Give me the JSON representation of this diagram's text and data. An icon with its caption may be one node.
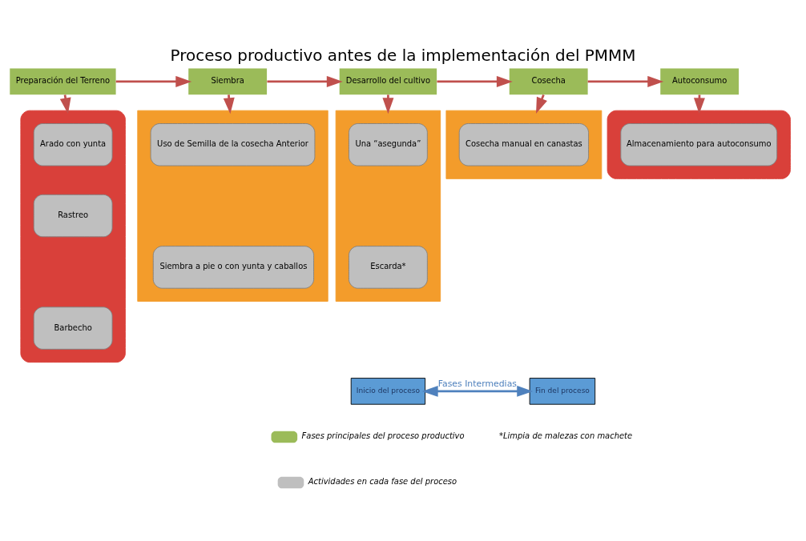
{
  "diagram": {
    "title": "Proceso productivo antes de la implementación del PMMM",
    "nodes": [
      {
        "text": [
          "Preparación del Terreno"
        ]
      },
      {
        "text": [
          "Siembra"
        ]
      },
      {
        "text": [
          "Desarrollo del cultivo"
        ]
      },
      {
        "text": [
          "Cosecha"
        ]
      },
      {
        "text": [
          "Autoconsumo"
        ]
      },
      {
        "text": [],
        "shape": "bar"
      },
      {
        "text": [
          "Arado con yunta"
        ],
        "in": 5
      },
      {
        "text": [
          "Rastreo"
        ],
        "in": 5
      },
      {
        "text": [
          "Barbecho"
        ],
        "in": 5
      },
      {
        "text": [],
        "shape": "bar"
      },
      {
        "text": [
          "Uso de Semilla de la cosecha Anterior"
        ],
        "in": 9
      },
      {
        "text": [
          "Siembra a pie o con yunta y caballos"
        ],
        "in": 9
      },
      {
        "text": [],
        "shape": "bar"
      },
      {
        "text": [
          "Una “asegunda”"
        ],
        "in": 12
      },
      {
        "text": [
          "Escarda*"
        ],
        "in": 12
      },
      {
        "text": [],
        "shape": "bar"
      },
      {
        "text": [
          "Cosecha manual en canastas"
        ],
        "in": 15
      },
      {
        "text": [],
        "shape": "bar"
      },
      {
        "text": [
          "Almacenamiento para autoconsumo"
        ],
        "in": 17
      },
      {
        "text": [
          "Inicio del proceso"
        ]
      },
      {
        "text": [
          "Fin del proceso"
        ]
      }
    ],
    "edges": [
      {
        "from": 0,
        "to": 1,
        "arrow": "to"
      },
      {
        "from": 1,
        "to": 2,
        "arrow": "to"
      },
      {
        "from": 2,
        "to": 3,
        "arrow": "to"
      },
      {
        "from": 3,
        "to": 4,
        "arrow": "to"
      },
      {
        "from": 0,
        "to": 5,
        "arrow": "to"
      },
      {
        "from": 1,
        "to": 9,
        "arrow": "to"
      },
      {
        "from": 2,
        "to": 12,
        "arrow": "to"
      },
      {
        "from": 3,
        "to": 15,
        "arrow": "to"
      },
      {
        "from": 4,
        "to": 17,
        "arrow": "to"
      },
      {
        "from": 19,
        "to": 20,
        "arrow": "both",
        "label": "Fases Intermedias",
        "color": "#4f81bd"
      }
    ],
    "labels": [
      "*Limpia de malezas con machete"
    ],
    "legend": [
      {
        "text": "Fases principales del proceso productivo",
        "color": "#9bbb59"
      },
      {
        "text": "Actividades en cada fase del proceso",
        "color": "#bfbfbf"
      }
    ]
  }
}
